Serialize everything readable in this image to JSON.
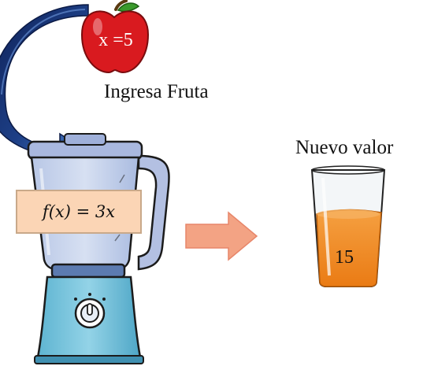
{
  "apple": {
    "label": "x =5",
    "icon": "apple-icon"
  },
  "input": {
    "label": "Ingresa Fruta"
  },
  "machine": {
    "icon": "blender-icon",
    "function_label": "f(x) = 3x"
  },
  "flow": {
    "curved_arrow_icon": "curved-arrow-icon",
    "right_arrow_icon": "right-arrow-icon"
  },
  "output": {
    "title": "Nuevo valor",
    "icon": "glass-icon",
    "value": "15"
  },
  "colors": {
    "apple_red": "#d91a1f",
    "curved_arrow_dark": "#142a63",
    "curved_arrow_light": "#5b8fd6",
    "blender_base": "#7fc6dd",
    "blender_jar": "#c9d3ea",
    "function_box": "#fbd5b5",
    "right_arrow": "#f3a384",
    "juice": "#f08a22"
  }
}
